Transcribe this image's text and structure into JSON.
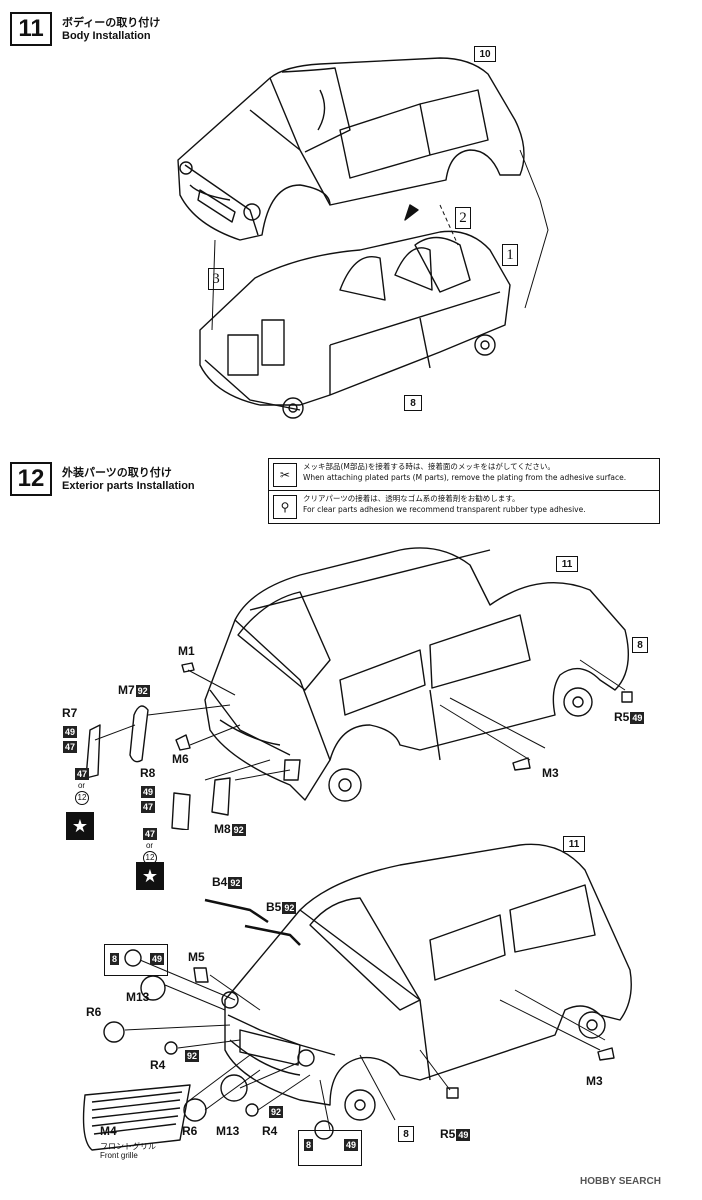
{
  "step11": {
    "number": "11",
    "title_jp": "ボディーの取り付け",
    "title_en": "Body Installation",
    "ref_body": "10",
    "ref_chassis": "8",
    "callouts": [
      "1",
      "2",
      "3"
    ]
  },
  "step12": {
    "number": "12",
    "title_jp": "外装パーツの取り付け",
    "title_en": "Exterior parts Installation",
    "notes": [
      {
        "icon": "plated-parts-icon",
        "jp": "メッキ部品(M部品)を接着する時は、接着面のメッキをはがしてください。",
        "en": "When attaching plated parts (M parts), remove the plating from the adhesive surface."
      },
      {
        "icon": "glue-icon",
        "jp": "クリアパーツの接着は、透明なゴム系の接着剤をお勧めします。",
        "en": "For clear parts adhesion we recommend transparent rubber type adhesive."
      }
    ],
    "upper": {
      "ref_body": "11",
      "ref_chassis": "8",
      "M1": "M1",
      "M7": "M7",
      "M7_color": "92",
      "R7": "R7",
      "R7_c1": "49",
      "R7_c2": "47",
      "R7_alt1": "47",
      "or1": "or",
      "R7_alt2": "12",
      "M6": "M6",
      "R8": "R8",
      "R8_c1": "49",
      "R8_c2": "47",
      "M8": "M8",
      "M8_color": "92",
      "R8_alt1": "47",
      "or2": "or",
      "R8_alt2": "12",
      "M3": "M3",
      "R5": "R5",
      "R5_color": "49"
    },
    "lower": {
      "ref_body": "11",
      "B4": "B4",
      "B4_color": "92",
      "B5": "B5",
      "B5_color": "92",
      "M5": "M5",
      "badge1_a": "8",
      "badge1_b": "49",
      "M13a": "M13",
      "R6a": "R6",
      "R4a": "R4",
      "R4a_color": "92",
      "M4": "M4",
      "front_grille_jp": "フロントグリル",
      "front_grille_en": "Front grille",
      "R6b": "R6",
      "M13b": "M13",
      "R4b": "R4",
      "R4b_color": "92",
      "badge2_a": "8",
      "badge2_b": "49",
      "ref_chassis": "8",
      "R5": "R5",
      "R5_color": "49",
      "M3": "M3"
    }
  },
  "watermark": "HOBBY SEARCH"
}
